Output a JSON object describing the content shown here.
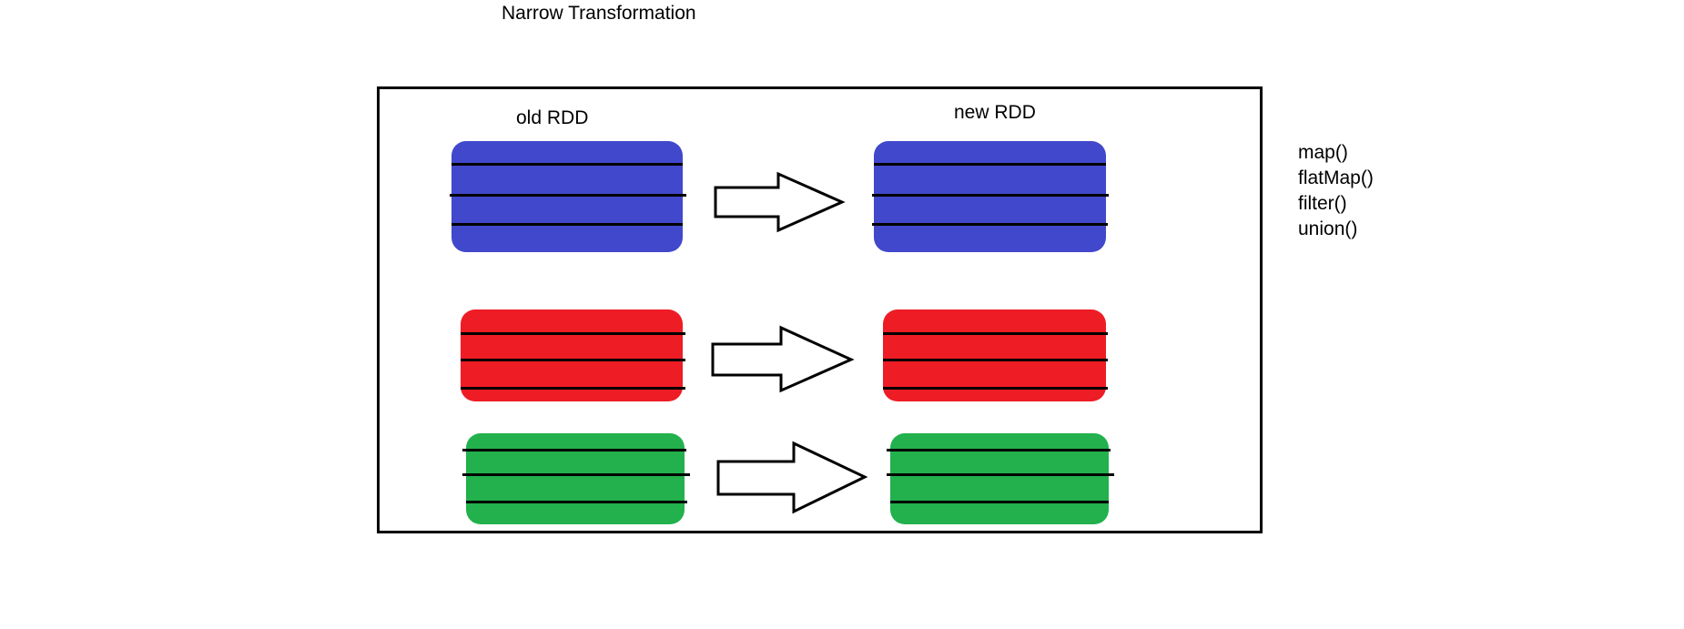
{
  "title": "Narrow Transformation",
  "old_rdd_label": "old RDD",
  "new_rdd_label": "new RDD",
  "operations": [
    "map()",
    "flatMap()",
    "filter()",
    "union()"
  ],
  "partition_colors": {
    "blue": "#4148CC",
    "red": "#EE1C25",
    "green": "#22B14C"
  },
  "partitions": [
    {
      "color": "blue",
      "shape_icon": "arrow-right-outline-icon"
    },
    {
      "color": "red",
      "shape_icon": "arrow-right-outline-icon"
    },
    {
      "color": "green",
      "shape_icon": "arrow-right-outline-icon"
    }
  ]
}
